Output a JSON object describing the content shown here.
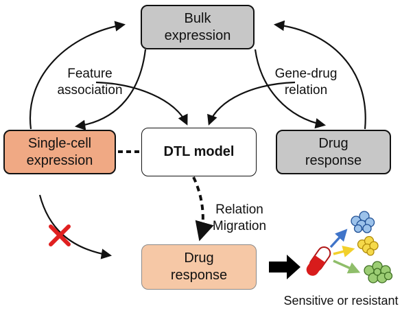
{
  "nodes": {
    "bulk": {
      "line1": "Bulk",
      "line2": "expression"
    },
    "single_cell": {
      "line1": "Single-cell",
      "line2": "expression"
    },
    "dtl": {
      "label": "DTL model"
    },
    "drug_response_top": {
      "line1": "Drug",
      "line2": "response"
    },
    "drug_response_bottom": {
      "line1": "Drug",
      "line2": "response"
    }
  },
  "edge_labels": {
    "feature_association": {
      "line1": "Feature",
      "line2": "association"
    },
    "gene_drug_relation": {
      "line1": "Gene-drug",
      "line2": "relation"
    },
    "relation_migration": {
      "line1": "Relation",
      "line2": "Migration"
    }
  },
  "outcome": {
    "label": "Sensitive or resistant"
  },
  "colors": {
    "gray_box": "#c7c7c7",
    "peach_box": "#f6c8a6",
    "peach_dark_box": "#f0a984",
    "cross": "#e02020",
    "capsule": "#d81c1c",
    "arrow_blue": "#3f74c9",
    "arrow_yellow": "#f2d02b",
    "arrow_green": "#8fbe6a"
  }
}
